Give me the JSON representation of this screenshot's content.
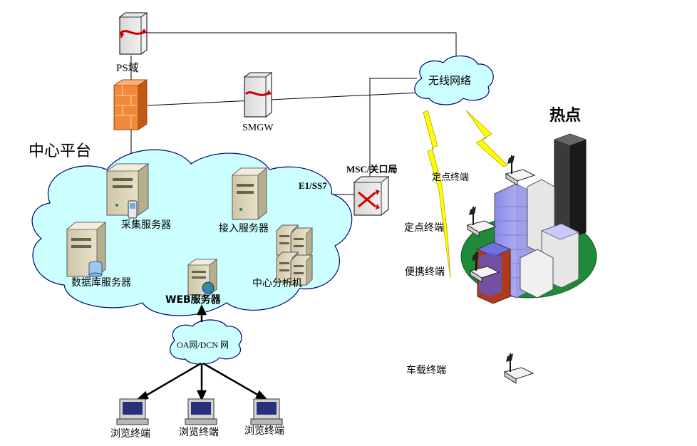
{
  "labels": {
    "ps_domain": "PS域",
    "smgw": "SMGW",
    "wireless_network": "无线网络",
    "hotspot": "热点",
    "center_platform": "中心平台",
    "msc": "MSC/关口局",
    "e1_ss7": "E1/SS7",
    "fixed_terminal_1": "定点终端",
    "fixed_terminal_2": "定点终端",
    "portable_terminal": "便携终端",
    "vehicle_terminal": "车载终端",
    "collection_server": "采集服务器",
    "access_server": "接入服务器",
    "database_server": "数据库服务器",
    "analysis_machine": "中心分析机",
    "web_server": "WEB服务器",
    "oa_dcn": "OA网/DCN 网",
    "browser_1": "浏览终端",
    "browser_2": "浏览终端",
    "browser_3": "浏览终端"
  },
  "colors": {
    "cloud_fill": "#ccffff",
    "cloud_stroke": "#000080",
    "firewall": "#f08a3a",
    "lightning": "#ffff00",
    "ground": "#1f8a3a",
    "tower_blue": "#a8a8f0",
    "tower_dark": "#3a3a3a"
  }
}
